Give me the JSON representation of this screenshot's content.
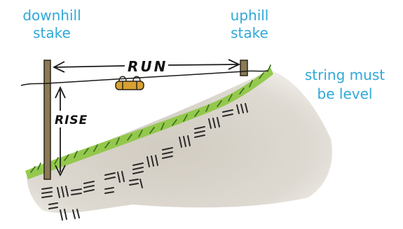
{
  "labels": {
    "downhill_stake": [
      "downhill",
      "stake"
    ],
    "uphill_stake": [
      "uphill",
      "stake"
    ],
    "string_level": [
      "string must",
      "be level"
    ]
  },
  "drawing": {
    "run_label": "RUN",
    "rise_label": "RISE"
  },
  "colors": {
    "label_text": "#2fa8d8",
    "stake": "#8a7a55",
    "grass": "#8cc63f",
    "soil": "#c9c3b8",
    "level_bubble": "#d8a030"
  }
}
